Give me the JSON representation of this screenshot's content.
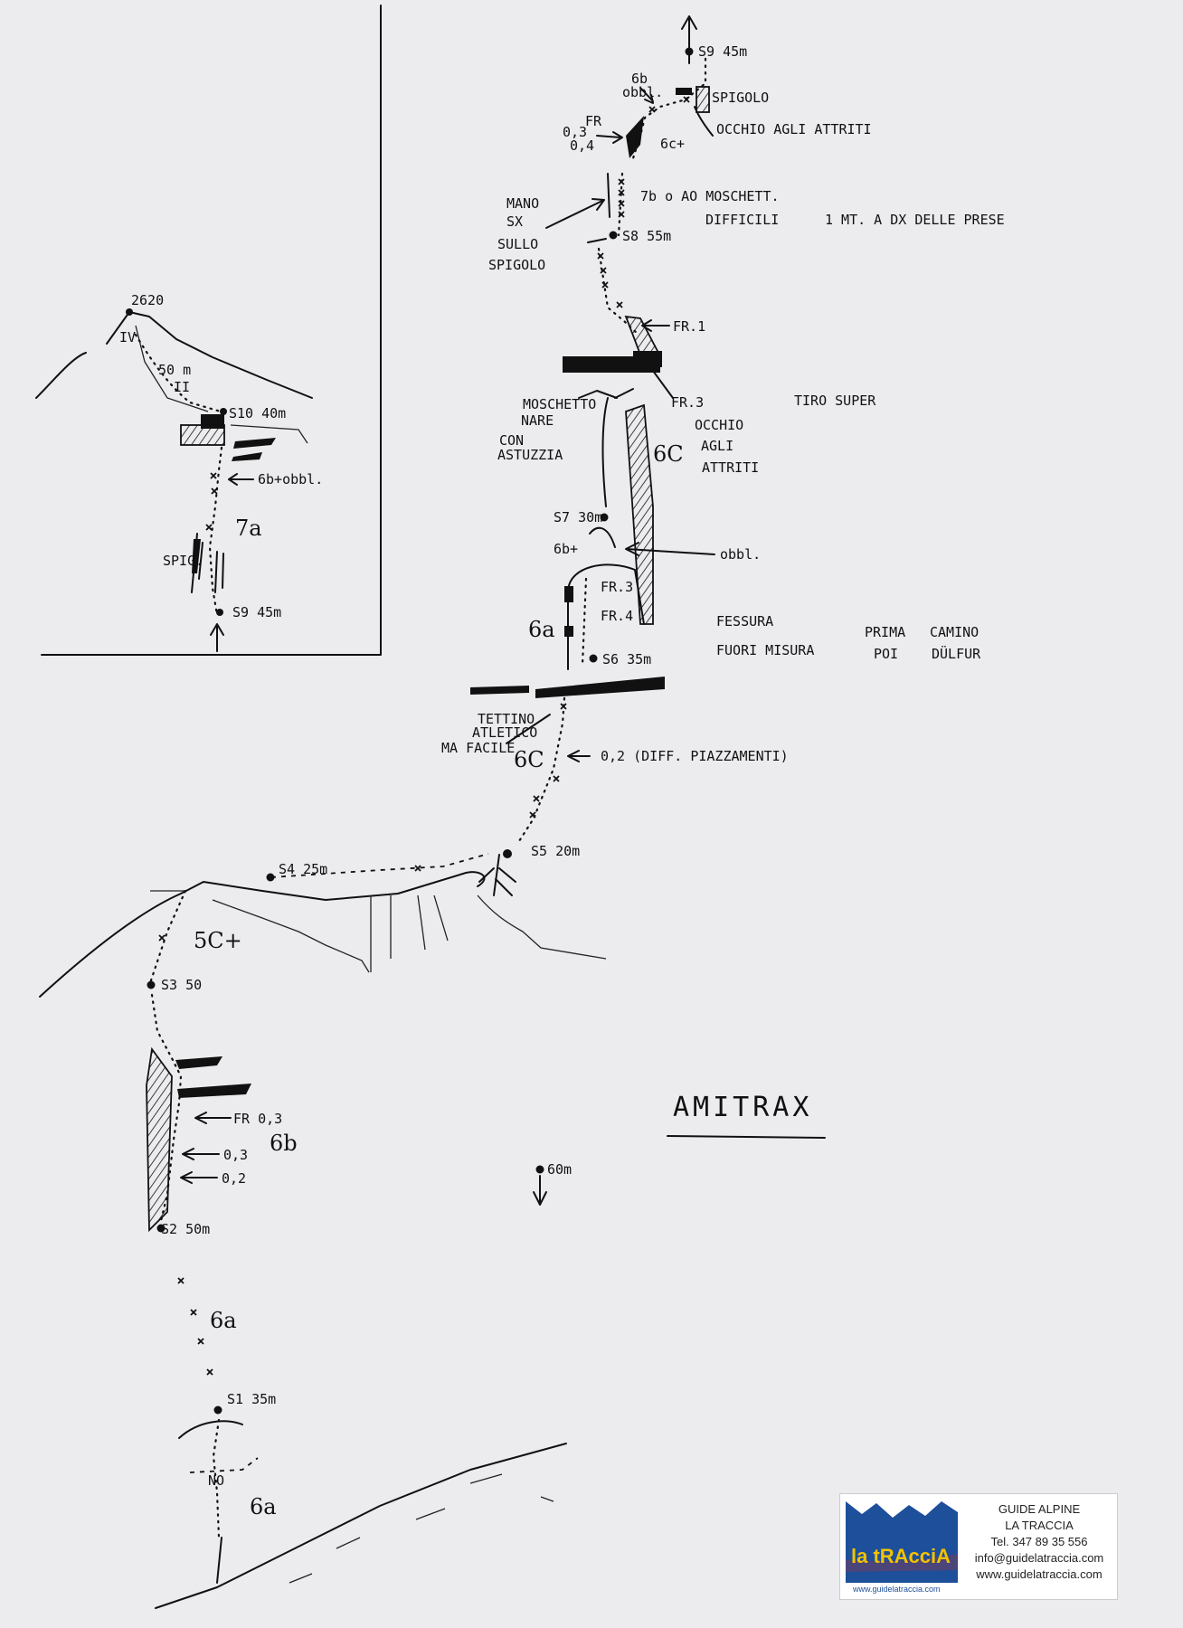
{
  "title": "AMITRAX",
  "inset": {
    "summit": "2620",
    "grade_iv": "IV",
    "fifty_m": "50 m",
    "grade_ii": "II",
    "s10": "S10 40m",
    "grade_6b_obbl": "6b+obbl.",
    "grade_7a": "7a",
    "spig": "SPIG.",
    "s9": "S9 45m"
  },
  "route": {
    "s9_top": "S9 45m",
    "grade_6b_top": "6b",
    "obbl_top": "obbl.",
    "spigolo_top": "SPIGOLO",
    "fr": "FR",
    "fr_values_a": "0,3",
    "fr_values_b": "0,4",
    "grade_6c_plus": "6c+",
    "occhio_top": "OCCHIO AGLI ATTRITI",
    "mano_1": "MANO",
    "mano_2": "SX",
    "mano_3": "SULLO",
    "mano_4": "SPIGOLO",
    "grade_7b": "7b o AO MOSCHETT.",
    "difficili": "DIFFICILI",
    "adx": "1 MT. A DX DELLE PRESE",
    "s8": "S8 55m",
    "fr1": "FR.1",
    "fr3_a": "FR.3",
    "tiro_super": "TIRO SUPER",
    "moschetto_1": "MOSCHETTO",
    "moschetto_2": "NARE",
    "moschetto_3": "CON",
    "moschetto_4": "ASTUZZIA",
    "occhio_1": "OCCHIO",
    "occhio_2": "AGLI",
    "occhio_3": "ATTRITI",
    "grade_6c_mid": "6C",
    "s7": "S7 30m",
    "grade_6b_plus": "6b+",
    "obbl_mid": "obbl.",
    "fr3_b": "FR.3",
    "fr4": "FR.4",
    "grade_6a_mid": "6a",
    "fessura_1": "FESSURA",
    "fessura_2": "FUORI MISURA",
    "prima_1": "PRIMA",
    "prima_2": "POI",
    "camino_1": "CAMINO",
    "camino_2": "DÜLFUR",
    "s6": "S6 35m",
    "tettino_1": "TETTINO",
    "tettino_2": "ATLETICO",
    "tettino_3": "MA FACILE",
    "grade_6c_low": "6C",
    "diff_piazz": "0,2  (DIFF. PIAZZAMENTI)",
    "s5": "S5 20m",
    "s4": "S4 25m",
    "grade_5c": "5C+",
    "s3": "S3 50",
    "fr03": "FR 0,3",
    "v03": "0,3",
    "v02": "0,2",
    "grade_6b_low": "6b",
    "s2": "S2 50m",
    "grade_6a_low": "6a",
    "s1": "S1 35m",
    "no": "NO",
    "grade_6a_base": "6a",
    "rappel": "60m"
  },
  "logo": {
    "brand": "la tRAcciA",
    "brand_sub": "www.guidelatraccia.com",
    "line1": "GUIDE ALPINE",
    "line2": "LA TRACCIA",
    "line3": "Tel. 347 89 35 556",
    "line4": "info@guidelatraccia.com",
    "line5": "www.guidelatraccia.com",
    "colors": {
      "blue": "#1d4f9a",
      "yellow": "#f2c200",
      "red": "#d62718"
    }
  }
}
